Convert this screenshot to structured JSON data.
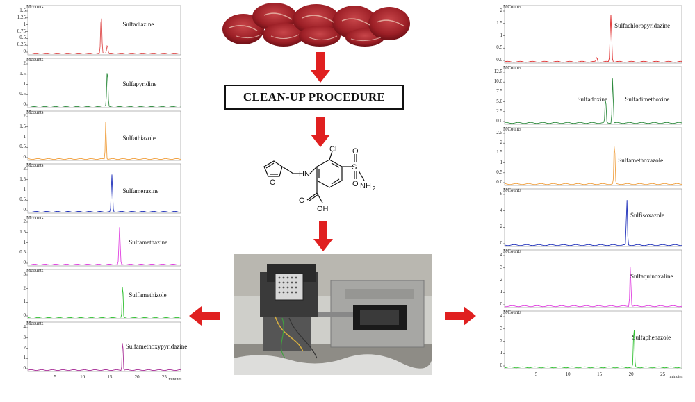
{
  "center": {
    "cleanup_label": "CLEAN-UP PROCEDURE",
    "molecule_labels": {
      "cl": "Cl",
      "nh": "HN",
      "s": "S",
      "o_top": "O",
      "o_bottom": "O",
      "nh2": "NH",
      "nh2_sub": "2",
      "oh": "OH",
      "o_acid": "O",
      "o_furan": "O"
    },
    "arrow_color": "#e02020"
  },
  "left_panels": [
    {
      "y_unit": "Mcounts",
      "name": "Sulfadiazine",
      "color": "#e05050",
      "ticks": [
        "1.5",
        "1.25",
        "1",
        "0.75",
        "0.5",
        "0.25",
        "0"
      ]
    },
    {
      "y_unit": "Mcounts",
      "name": "Sulfapyridine",
      "color": "#2e8b3e",
      "ticks": [
        "2",
        "1.5",
        "1",
        "0.5",
        "0"
      ]
    },
    {
      "y_unit": "Mcounts",
      "name": "Sulfathiazole",
      "color": "#f0a040",
      "ticks": [
        "2",
        "1.5",
        "1",
        "0.5",
        "0"
      ]
    },
    {
      "y_unit": "Mcounts",
      "name": "Sulfamerazine",
      "color": "#2233bb",
      "ticks": [
        "2",
        "1.5",
        "1",
        "0.5",
        "0"
      ]
    },
    {
      "y_unit": "Mcounts",
      "name": "Sulfamethazine",
      "color": "#e040e0",
      "ticks": [
        "2",
        "1.5",
        "1",
        "0.5",
        "0"
      ]
    },
    {
      "y_unit": "Mcounts",
      "name": "Sulfamethizole",
      "color": "#30c030",
      "ticks": [
        "3",
        "2",
        "1",
        "0"
      ]
    },
    {
      "y_unit": "Mcounts",
      "name": "Sulfamethoxypyridazine",
      "color": "#aa3399",
      "ticks": [
        "4",
        "3",
        "2",
        "1",
        "0"
      ]
    }
  ],
  "left_xaxis": {
    "ticks": [
      "5",
      "10",
      "15",
      "20",
      "25"
    ],
    "unit": "minutes"
  },
  "right_panels": [
    {
      "y_unit": "MCounts",
      "names": [
        "Sulfachloropyridazine"
      ],
      "color": "#e03030",
      "ticks": [
        "2",
        "1.5",
        "1",
        "0.5",
        "0.0"
      ]
    },
    {
      "y_unit": "MCounts",
      "names": [
        "Sulfadoxine",
        "Sulfadimethoxine"
      ],
      "color": "#2e8b3e",
      "ticks": [
        "12.5",
        "10.0",
        "7.5",
        "5.0",
        "2.5",
        "0.0"
      ]
    },
    {
      "y_unit": "MCounts",
      "names": [
        "Sulfamethoxazole"
      ],
      "color": "#f0a040",
      "ticks": [
        "2.5",
        "2",
        "1.5",
        "1",
        "0.5",
        "0.0"
      ]
    },
    {
      "y_unit": "MCounts",
      "names": [
        "Sulfisoxazole"
      ],
      "color": "#2233bb",
      "ticks": [
        "6",
        "4",
        "2",
        "0"
      ]
    },
    {
      "y_unit": "MCounts",
      "names": [
        "Sulfaquinoxaline"
      ],
      "color": "#e040e0",
      "ticks": [
        "4",
        "3",
        "2",
        "1",
        "0"
      ]
    },
    {
      "y_unit": "MCounts",
      "names": [
        "Sulfaphenazole"
      ],
      "color": "#30c030",
      "ticks": [
        "4",
        "3",
        "2",
        "1",
        "0"
      ]
    }
  ],
  "right_xaxis": {
    "ticks": [
      "5",
      "10",
      "15",
      "20",
      "25"
    ],
    "unit": "minutes"
  }
}
